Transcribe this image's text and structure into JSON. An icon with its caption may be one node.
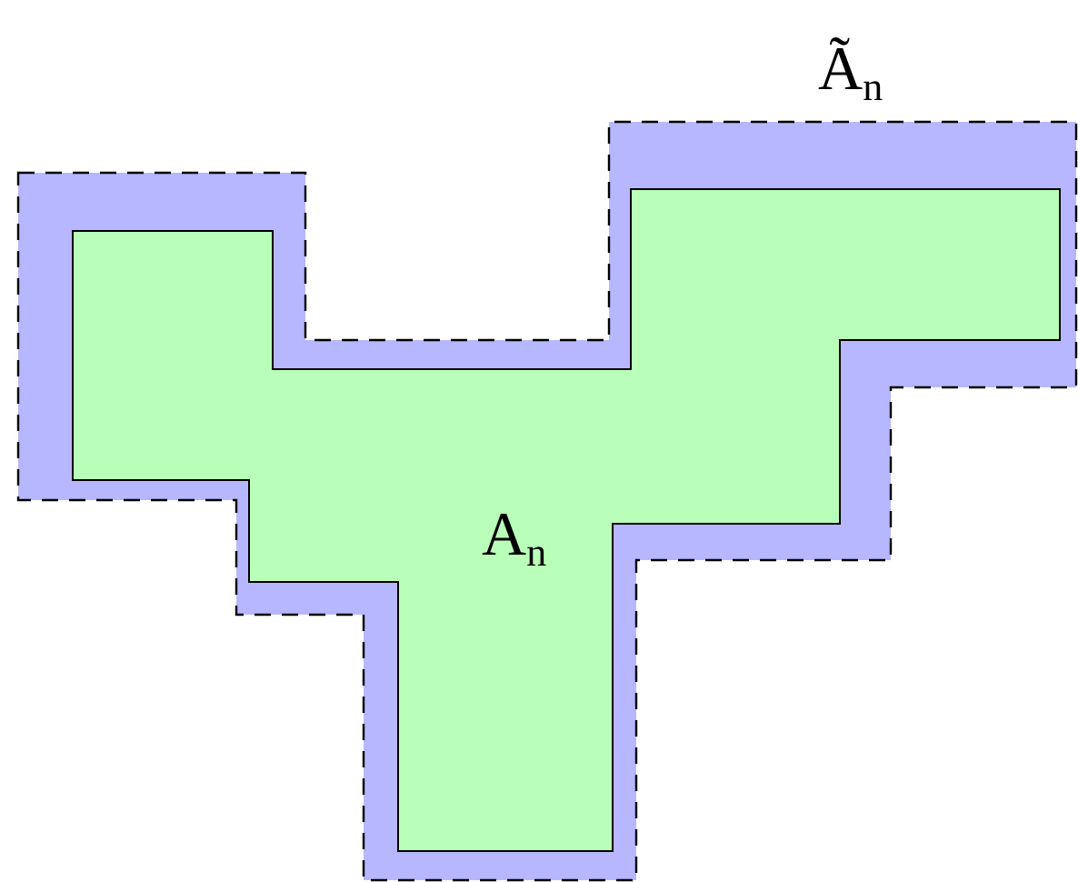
{
  "diagram": {
    "nodes": [
      {
        "text": [
          "Ã$_{n}$"
        ]
      },
      {
        "text": [
          "A$_{n}$"
        ],
        "in": 0
      }
    ]
  }
}
